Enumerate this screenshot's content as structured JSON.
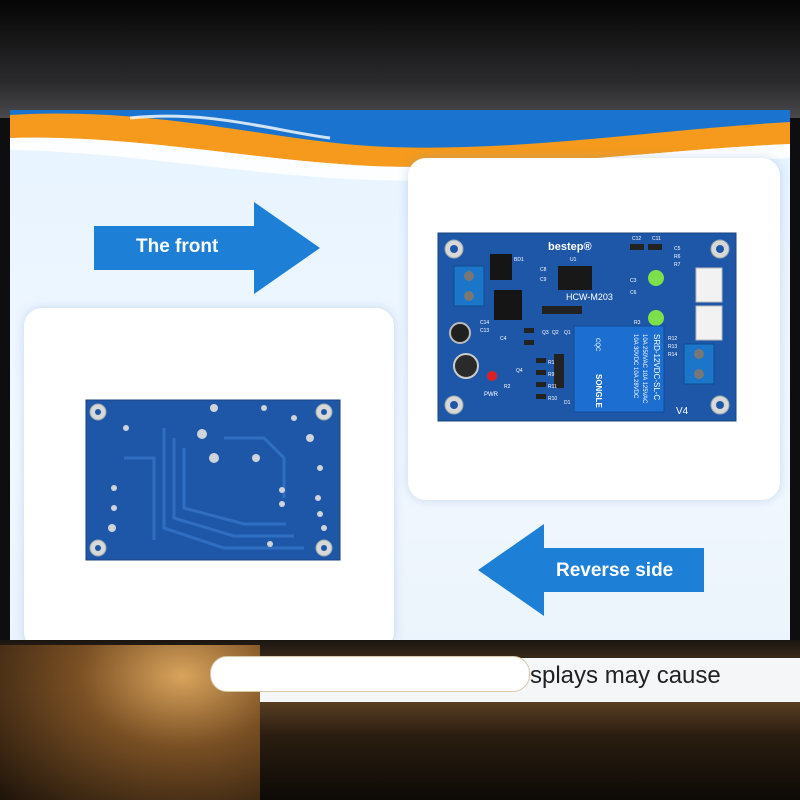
{
  "labels": {
    "front": "The front",
    "reverse": "Reverse side",
    "caption": "splays may cause"
  },
  "board": {
    "brand": "bestep®",
    "model": "HCW-M203",
    "version": "V4",
    "relay_line1": "SRD-12VDC-SL-C",
    "relay_line2": "10A 250VAC 10A 125VAC",
    "relay_line3": "10A 30VDC 10A 28VDC",
    "relay_brand": "SONGLE",
    "relay_mark": "CQC",
    "pwr_label": "PWR",
    "silk": [
      "BD1",
      "U1",
      "C8",
      "C9",
      "C12",
      "C11",
      "C5",
      "R6",
      "R7",
      "C14",
      "C13",
      "C4",
      "Q3",
      "Q2",
      "Q1",
      "Q4",
      "R1",
      "R9",
      "R11",
      "R10",
      "R2",
      "D1",
      "R12",
      "R13",
      "R14",
      "C3",
      "C6",
      "R3"
    ]
  },
  "colors": {
    "pcb_blue": "#1f57a8",
    "arrow_blue": "#1d7fd6",
    "accent_orange": "#f59a1c"
  }
}
